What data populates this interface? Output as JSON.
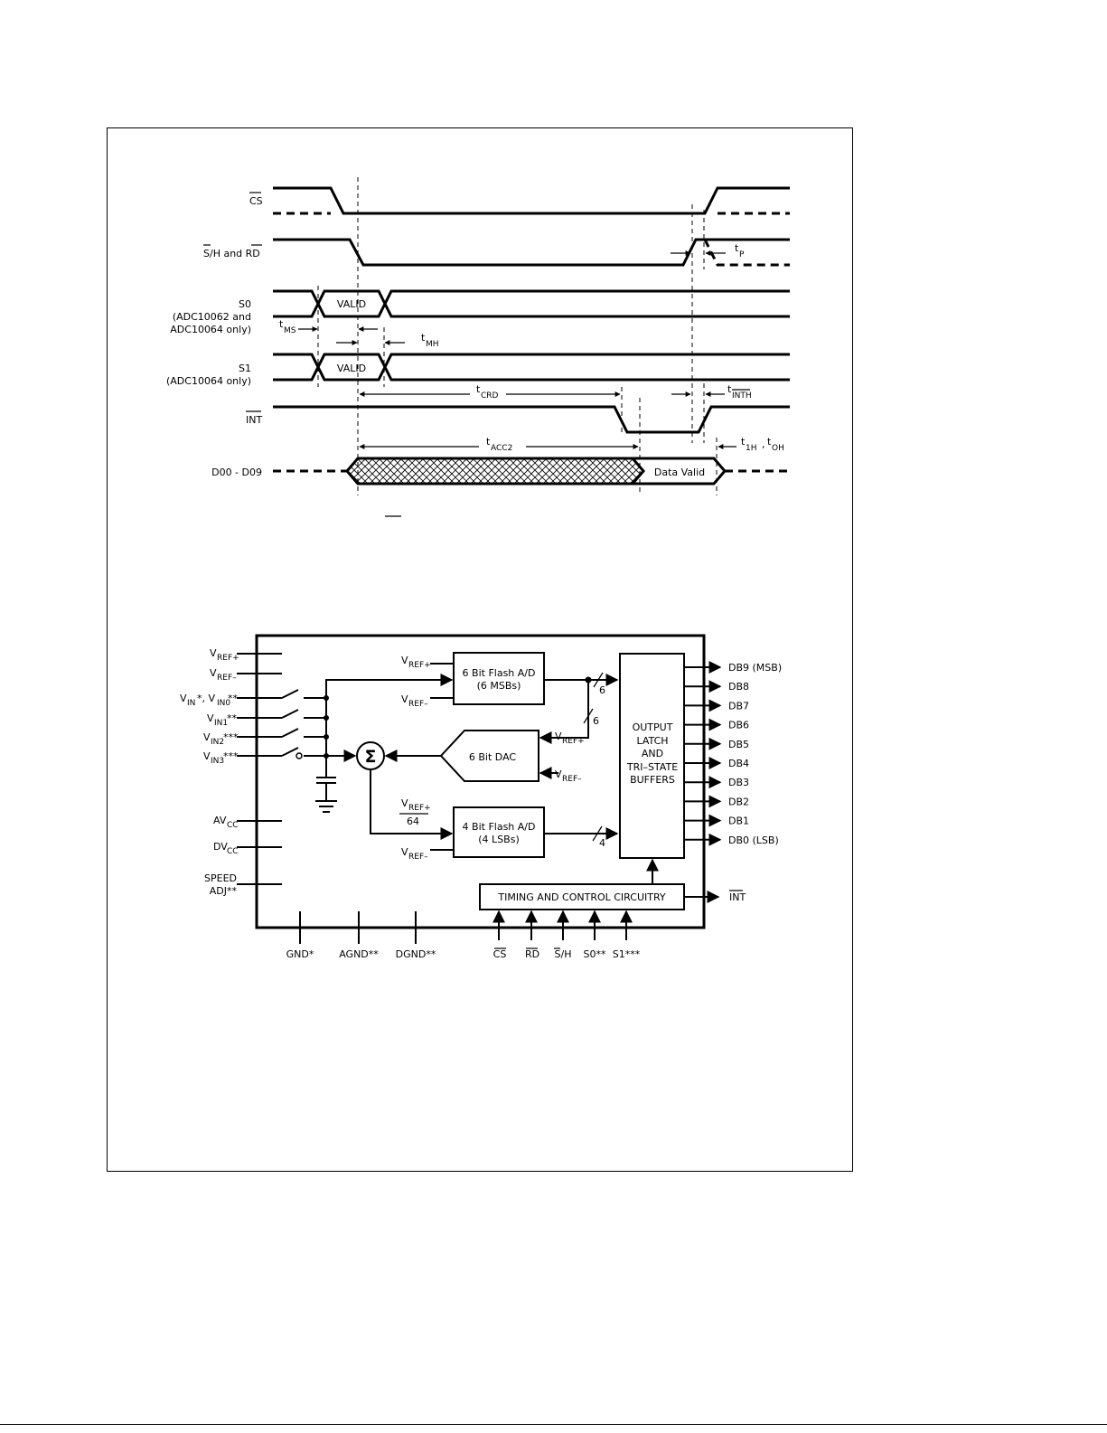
{
  "timing": {
    "cs": "CS",
    "sh_rd": "S/H and RD",
    "s0": "S0",
    "s0_sub1": "(ADC10062 and",
    "s0_sub2": "ADC10064 only)",
    "s1": "S1",
    "s1_sub": "(ADC10064 only)",
    "int": "INT",
    "d": "D00 - D09",
    "valid": "VALID",
    "data_valid": "Data Valid",
    "t_ms": "MS",
    "t_mh": "MH",
    "t_crd": "CRD",
    "t_acc2": "ACC2",
    "t_inth": "INTH",
    "t_p": "P",
    "t_1h": "1H",
    "t_oh": "OH",
    "t_prefix": "t",
    "comma": ","
  },
  "block": {
    "vref_plus": "V",
    "ref_plus_sub": "REF+",
    "ref_minus_sub": "REF–",
    "vin_label_1": "V",
    "in_sub": "IN",
    "star1": "*, V",
    "in0_sub": "IN0",
    "star2": "**",
    "in1_sub": "IN1",
    "in2_sub": "IN2",
    "star3": "***",
    "in3_sub": "IN3",
    "av": "AV",
    "dv": "DV",
    "cc_sub": "CC",
    "speed": "SPEED",
    "adj": "ADJ**",
    "flash6_l1": "6 Bit Flash A/D",
    "flash6_l2": "(6 MSBs)",
    "dac": "6 Bit DAC",
    "flash4_l1": "4 Bit Flash A/D",
    "flash4_l2": "(4 LSBs)",
    "sixty_four": "64",
    "sigma": "Σ",
    "latch_l1": "OUTPUT",
    "latch_l2": "LATCH",
    "latch_l3": "AND",
    "latch_l4": "TRI–STATE",
    "latch_l5": "BUFFERS",
    "timing_ctrl": "TIMING AND CONTROL CIRCUITRY",
    "bus6a": "6",
    "bus6b": "6",
    "bus4": "4",
    "outputs": [
      "DB9 (MSB)",
      "DB8",
      "DB7",
      "DB6",
      "DB5",
      "DB4",
      "DB3",
      "DB2",
      "DB1",
      "DB0 (LSB)"
    ],
    "int_out": "INT",
    "gnd": "GND*",
    "agnd": "AGND**",
    "dgnd": "DGND**",
    "cs": "CS",
    "rd": "RD",
    "sh": "S/H",
    "s0": "S0**",
    "s1": "S1***"
  }
}
